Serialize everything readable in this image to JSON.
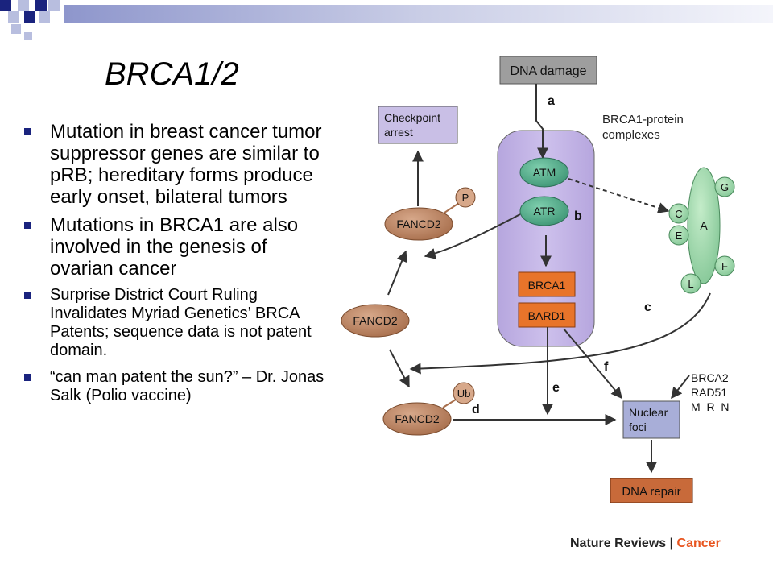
{
  "slide": {
    "title": "BRCA1/2",
    "bullets": [
      "Mutation in breast cancer tumor suppressor genes are similar to pRB; hereditary forms produce early onset, bilateral tumors",
      "Mutations in BRCA1 are also involved in the genesis of ovarian cancer",
      "Surprise District Court Ruling Invalidates Myriad Genetics’ BRCA Patents; sequence data is not patent domain.",
      "“can man patent the sun?” – Dr. Jonas Salk (Polio vaccine)"
    ]
  },
  "diagram": {
    "dna_damage": "DNA damage",
    "checkpoint_arrest": [
      "Checkpoint",
      "arrest"
    ],
    "complex_label": [
      "BRCA1-protein",
      "complexes"
    ],
    "atm": "ATM",
    "atr": "ATR",
    "brca1": "BRCA1",
    "bard1": "BARD1",
    "fancd2": "FANCD2",
    "p": "P",
    "ub": "Ub",
    "complex": {
      "a": "A",
      "c": "C",
      "e": "E",
      "f": "F",
      "g": "G",
      "l": "L"
    },
    "nuclear_foci": [
      "Nuclear",
      "foci"
    ],
    "dna_repair": "DNA repair",
    "repair_proteins": [
      "BRCA2",
      "RAD51",
      "M–R–N"
    ],
    "step_labels": {
      "a": "a",
      "b": "b",
      "c": "c",
      "d": "d",
      "e": "e",
      "f": "f"
    },
    "credit_left": "Nature Reviews",
    "credit_sep": " | ",
    "credit_right": "Cancer"
  },
  "colors": {
    "bullet": "#1a237e",
    "band_dark": "#1a237e",
    "band_light": "#b8bedf",
    "gray_box": "#9e9e9e",
    "lilac_box": "#c9bfe6",
    "cell": "#c2b4e3",
    "atm_green": "#4aa884",
    "complex_green": "#9ad5a7",
    "fancd2_brown": "#b5805e",
    "orange": "#e8742a",
    "nuclear_foci": "#a8aed8",
    "dna_repair": "#c86a3a",
    "accent": "#e8541e"
  }
}
